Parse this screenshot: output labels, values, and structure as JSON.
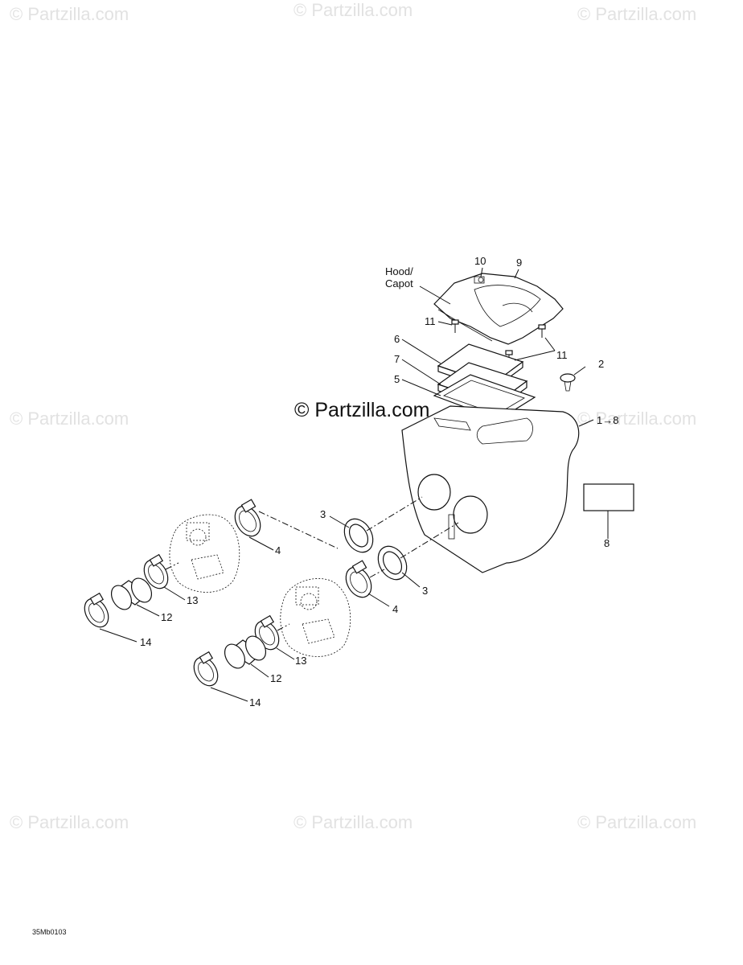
{
  "watermarks": {
    "tile": "© Partzilla.com",
    "center": "© Partzilla.com"
  },
  "callouts": {
    "hood": "Hood/",
    "capot": "Capot",
    "n10": "10",
    "n9": "9",
    "n11a": "11",
    "n11b": "11",
    "n6": "6",
    "n7": "7",
    "n5": "5",
    "n2": "2",
    "n1to8": "1→8",
    "n3a": "3",
    "n3b": "3",
    "n4a": "4",
    "n4b": "4",
    "n8": "8",
    "n13a": "13",
    "n13b": "13",
    "n12a": "12",
    "n12b": "12",
    "n14a": "14",
    "n14b": "14"
  },
  "diagram_code": "35Mb0103"
}
